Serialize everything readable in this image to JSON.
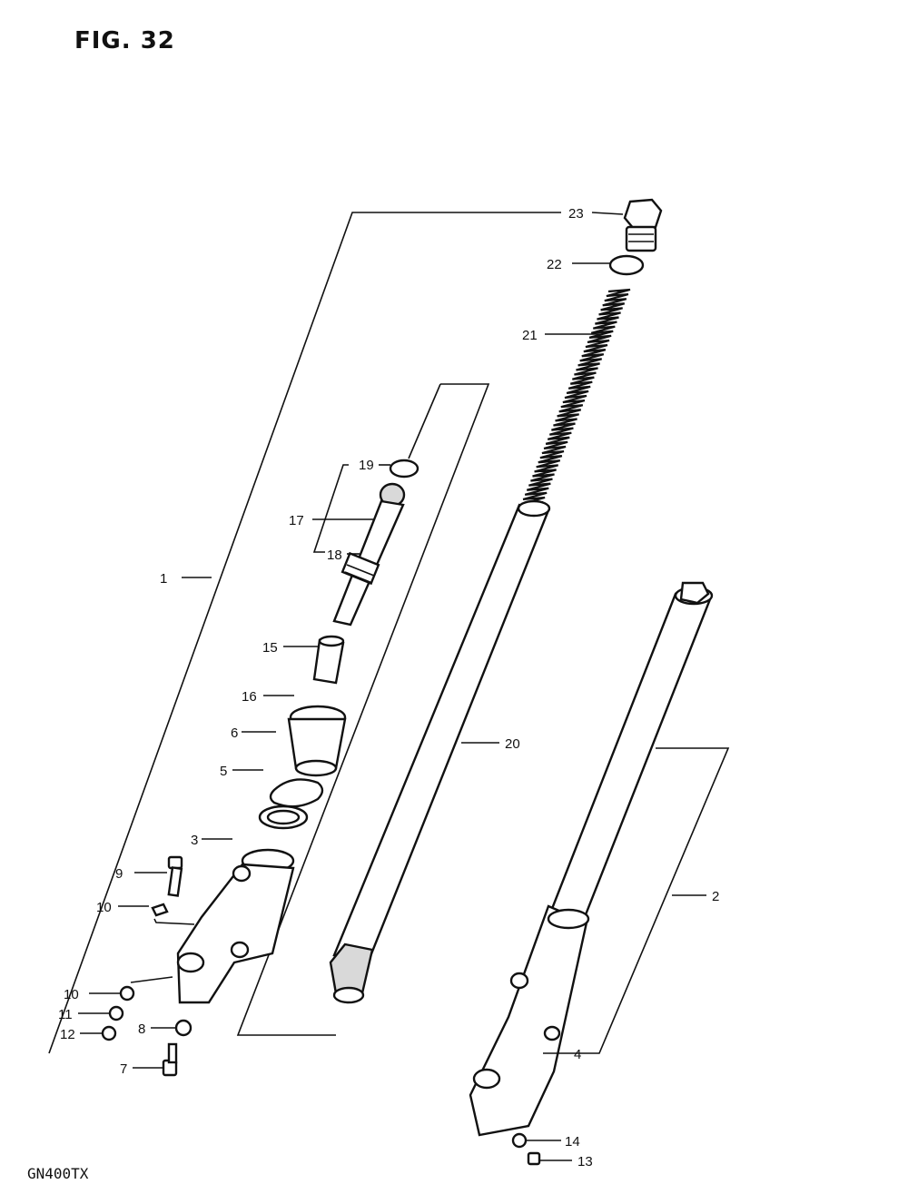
{
  "figure": {
    "title": "FIG. 32",
    "model": "GN400TX"
  },
  "callouts": [
    {
      "id": "c1",
      "label": "1"
    },
    {
      "id": "c2",
      "label": "2"
    },
    {
      "id": "c3",
      "label": "3"
    },
    {
      "id": "c4",
      "label": "4"
    },
    {
      "id": "c5",
      "label": "5"
    },
    {
      "id": "c6",
      "label": "6"
    },
    {
      "id": "c7",
      "label": "7"
    },
    {
      "id": "c8",
      "label": "8"
    },
    {
      "id": "c9",
      "label": "9"
    },
    {
      "id": "c10a",
      "label": "10"
    },
    {
      "id": "c10b",
      "label": "10"
    },
    {
      "id": "c11",
      "label": "11"
    },
    {
      "id": "c12",
      "label": "12"
    },
    {
      "id": "c13",
      "label": "13"
    },
    {
      "id": "c14",
      "label": "14"
    },
    {
      "id": "c15",
      "label": "15"
    },
    {
      "id": "c16",
      "label": "16"
    },
    {
      "id": "c17",
      "label": "17"
    },
    {
      "id": "c18",
      "label": "18"
    },
    {
      "id": "c19",
      "label": "19"
    },
    {
      "id": "c20",
      "label": "20"
    },
    {
      "id": "c21",
      "label": "21"
    },
    {
      "id": "c22",
      "label": "22"
    },
    {
      "id": "c23",
      "label": "23"
    }
  ]
}
